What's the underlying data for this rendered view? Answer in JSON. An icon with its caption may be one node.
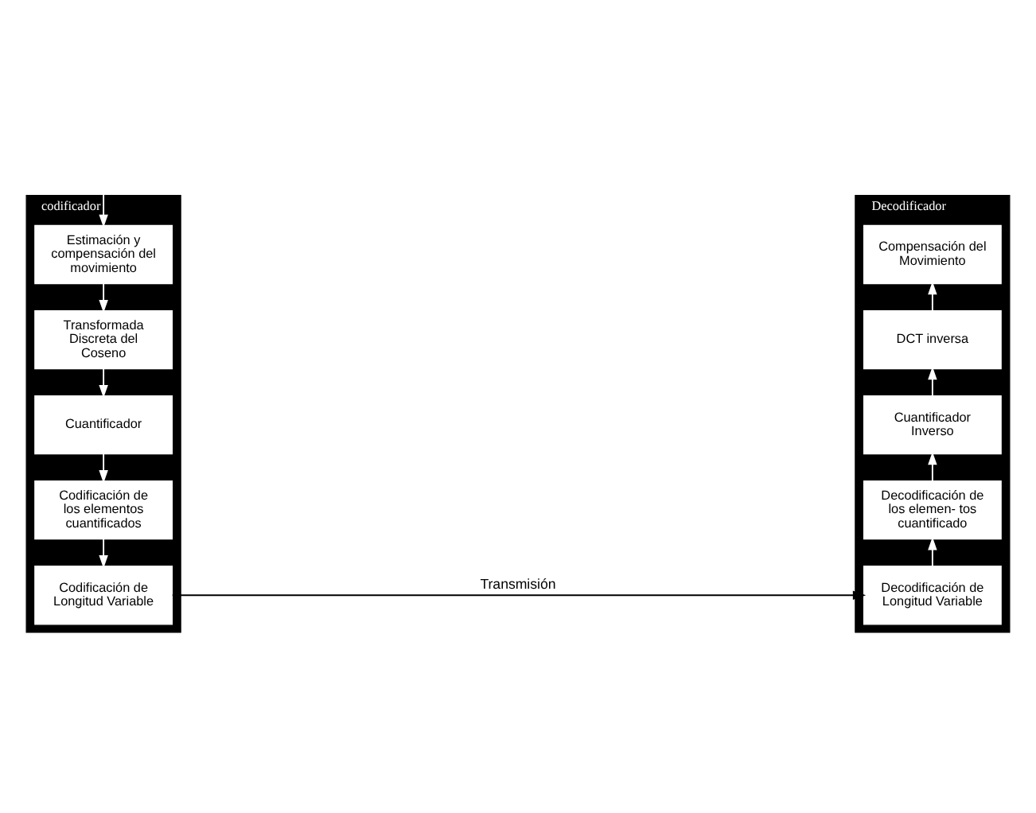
{
  "diagram": {
    "nodes": [
      {
        "text": [
          "codificador"
        ]
      },
      {
        "text": [
          "Estimación y compensación del movimiento"
        ],
        "in": 0
      },
      {
        "text": [
          "Transformada Discreta del Coseno"
        ],
        "in": 0
      },
      {
        "text": [
          "Cuantificador"
        ],
        "in": 0
      },
      {
        "text": [
          "Codificación de los elementos cuantificados"
        ],
        "in": 0
      },
      {
        "text": [
          "Codificación de Longitud Variable"
        ],
        "in": 0
      },
      {
        "text": [
          "Decodificador"
        ]
      },
      {
        "text": [
          "Compensación del Movimiento"
        ],
        "in": 6
      },
      {
        "text": [
          "DCT inversa"
        ],
        "in": 6
      },
      {
        "text": [
          "Cuantificador Inverso"
        ],
        "in": 6
      },
      {
        "text": [
          "Decodificación de los elemen- tos cuantificado"
        ],
        "in": 6
      },
      {
        "text": [
          "Decodificación de Longitud Variable"
        ],
        "in": 6
      }
    ],
    "edges": [
      {
        "from": null,
        "to": 1,
        "arrow": "to"
      },
      {
        "from": 1,
        "to": 2,
        "arrow": "to"
      },
      {
        "from": 2,
        "to": 3,
        "arrow": "to"
      },
      {
        "from": 3,
        "to": 4,
        "arrow": "to"
      },
      {
        "from": 4,
        "to": 5,
        "arrow": "to"
      },
      {
        "from": 5,
        "to": 11,
        "arrow": "to",
        "label": "Transmisión",
        "color": "#000000"
      },
      {
        "from": 11,
        "to": 10,
        "arrow": "to"
      },
      {
        "from": 10,
        "to": 9,
        "arrow": "to"
      },
      {
        "from": 9,
        "to": 8,
        "arrow": "to"
      },
      {
        "from": 8,
        "to": 7,
        "arrow": "to"
      }
    ]
  }
}
